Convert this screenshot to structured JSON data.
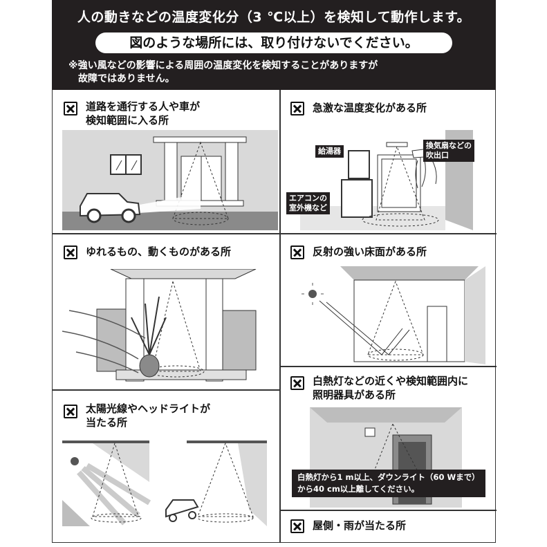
{
  "header": {
    "title": "人の動きなどの温度変化分（3 ℃以上）を検知して動作します。",
    "banner": "図のような場所には、取り付けないでください。",
    "note_line1": "※強い風などの影響による周囲の温度変化を検知することがありますが",
    "note_line2": "故障ではありません。"
  },
  "cells": {
    "road": {
      "line1": "道路を通行する人や車が",
      "line2": "検知範囲に入る所"
    },
    "temp": {
      "title": "急激な温度変化がある所",
      "water_heater": "給湯器",
      "fan_line1": "換気扇などの",
      "fan_line2": "吹出口",
      "ac_line1": "エアコンの",
      "ac_line2": "室外機など"
    },
    "sway": {
      "title": "ゆれるもの、動くものがある所"
    },
    "reflect": {
      "title": "反射の強い床面がある所"
    },
    "lamp": {
      "line1": "白熱灯などの近くや検知範囲内に",
      "line2": "照明器具がある所",
      "caption_line1": "白熱灯から1 m以上、ダウンライト（60 Wまで）",
      "caption_line2": "から40 cm以上離してください。"
    },
    "sun": {
      "line1": "太陽光線やヘッドライトが",
      "line2": "当たる所"
    },
    "rain": {
      "title": "屋側・雨が当たる所"
    }
  },
  "colors": {
    "header_bg": "#231f20",
    "scene_bg": "#d9d9d9",
    "ground": "#8a8a8a"
  }
}
